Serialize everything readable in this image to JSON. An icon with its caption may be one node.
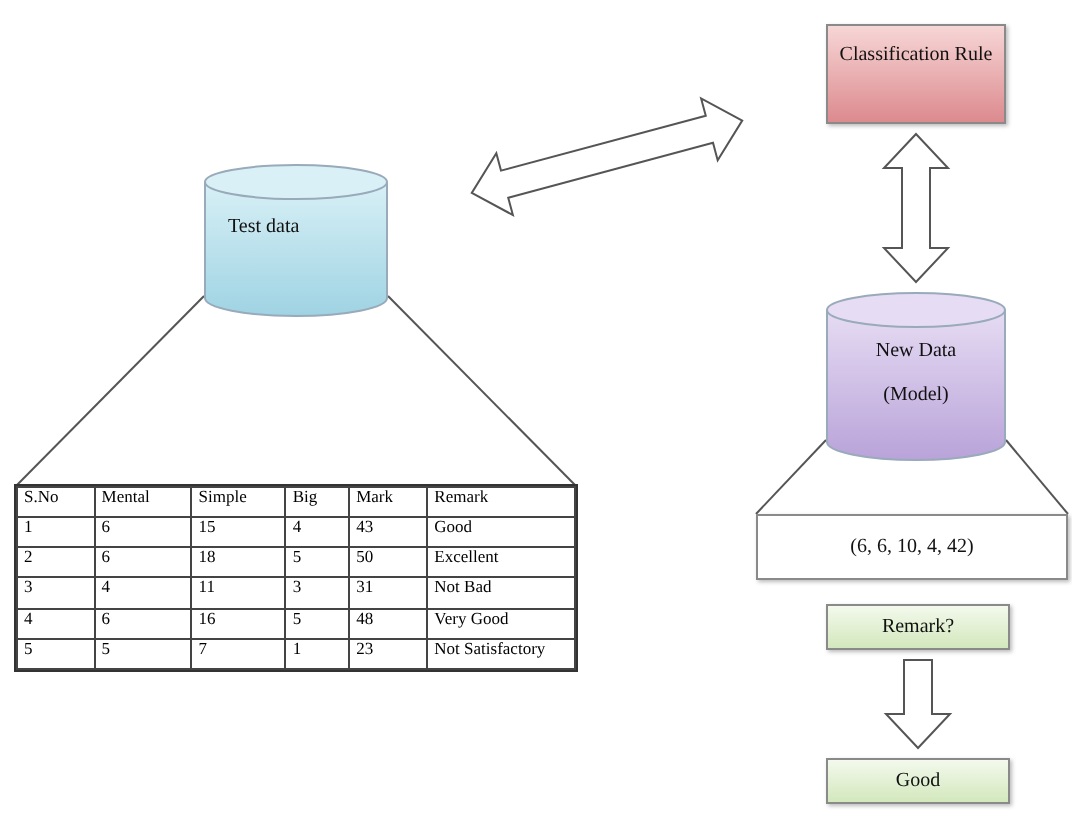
{
  "diagram": {
    "nodes": [
      {
        "text": [
          "Test data"
        ]
      },
      {
        "text": [],
        "shape": "box"
      },
      {
        "text": [
          "Classification Rule"
        ]
      },
      {
        "text": [
          "New Data",
          "(Model)"
        ]
      },
      {
        "text": [
          "(6, 6, 10, 4, 42)"
        ]
      },
      {
        "text": [
          "Remark?"
        ]
      },
      {
        "text": [
          "Good"
        ]
      }
    ],
    "edges": [
      {
        "from": 0,
        "to": 2,
        "arrow": "both",
        "style": "thick"
      },
      {
        "from": 2,
        "to": 3,
        "arrow": "both",
        "style": "thick"
      },
      {
        "from": 5,
        "to": 6,
        "arrow": "to",
        "style": "thick"
      },
      {
        "from": 0,
        "to": 1,
        "arrow": "none"
      },
      {
        "from": 0,
        "to": 1,
        "arrow": "none"
      },
      {
        "from": 3,
        "to": 4,
        "arrow": "none"
      },
      {
        "from": 3,
        "to": 4,
        "arrow": "none"
      }
    ],
    "labels": [
      "S.No",
      "Mental",
      "Simple",
      "Big",
      "Mark",
      "Remark",
      "1",
      "6",
      "15",
      "4",
      "43",
      "Good",
      "2",
      "6",
      "18",
      "5",
      "50",
      "Excellent",
      "3",
      "4",
      "11",
      "3",
      "31",
      "Not Bad",
      "4",
      "6",
      "16",
      "5",
      "48",
      "Very Good",
      "5",
      "5",
      "7",
      "1",
      "23",
      "Not Satisfactory"
    ]
  }
}
